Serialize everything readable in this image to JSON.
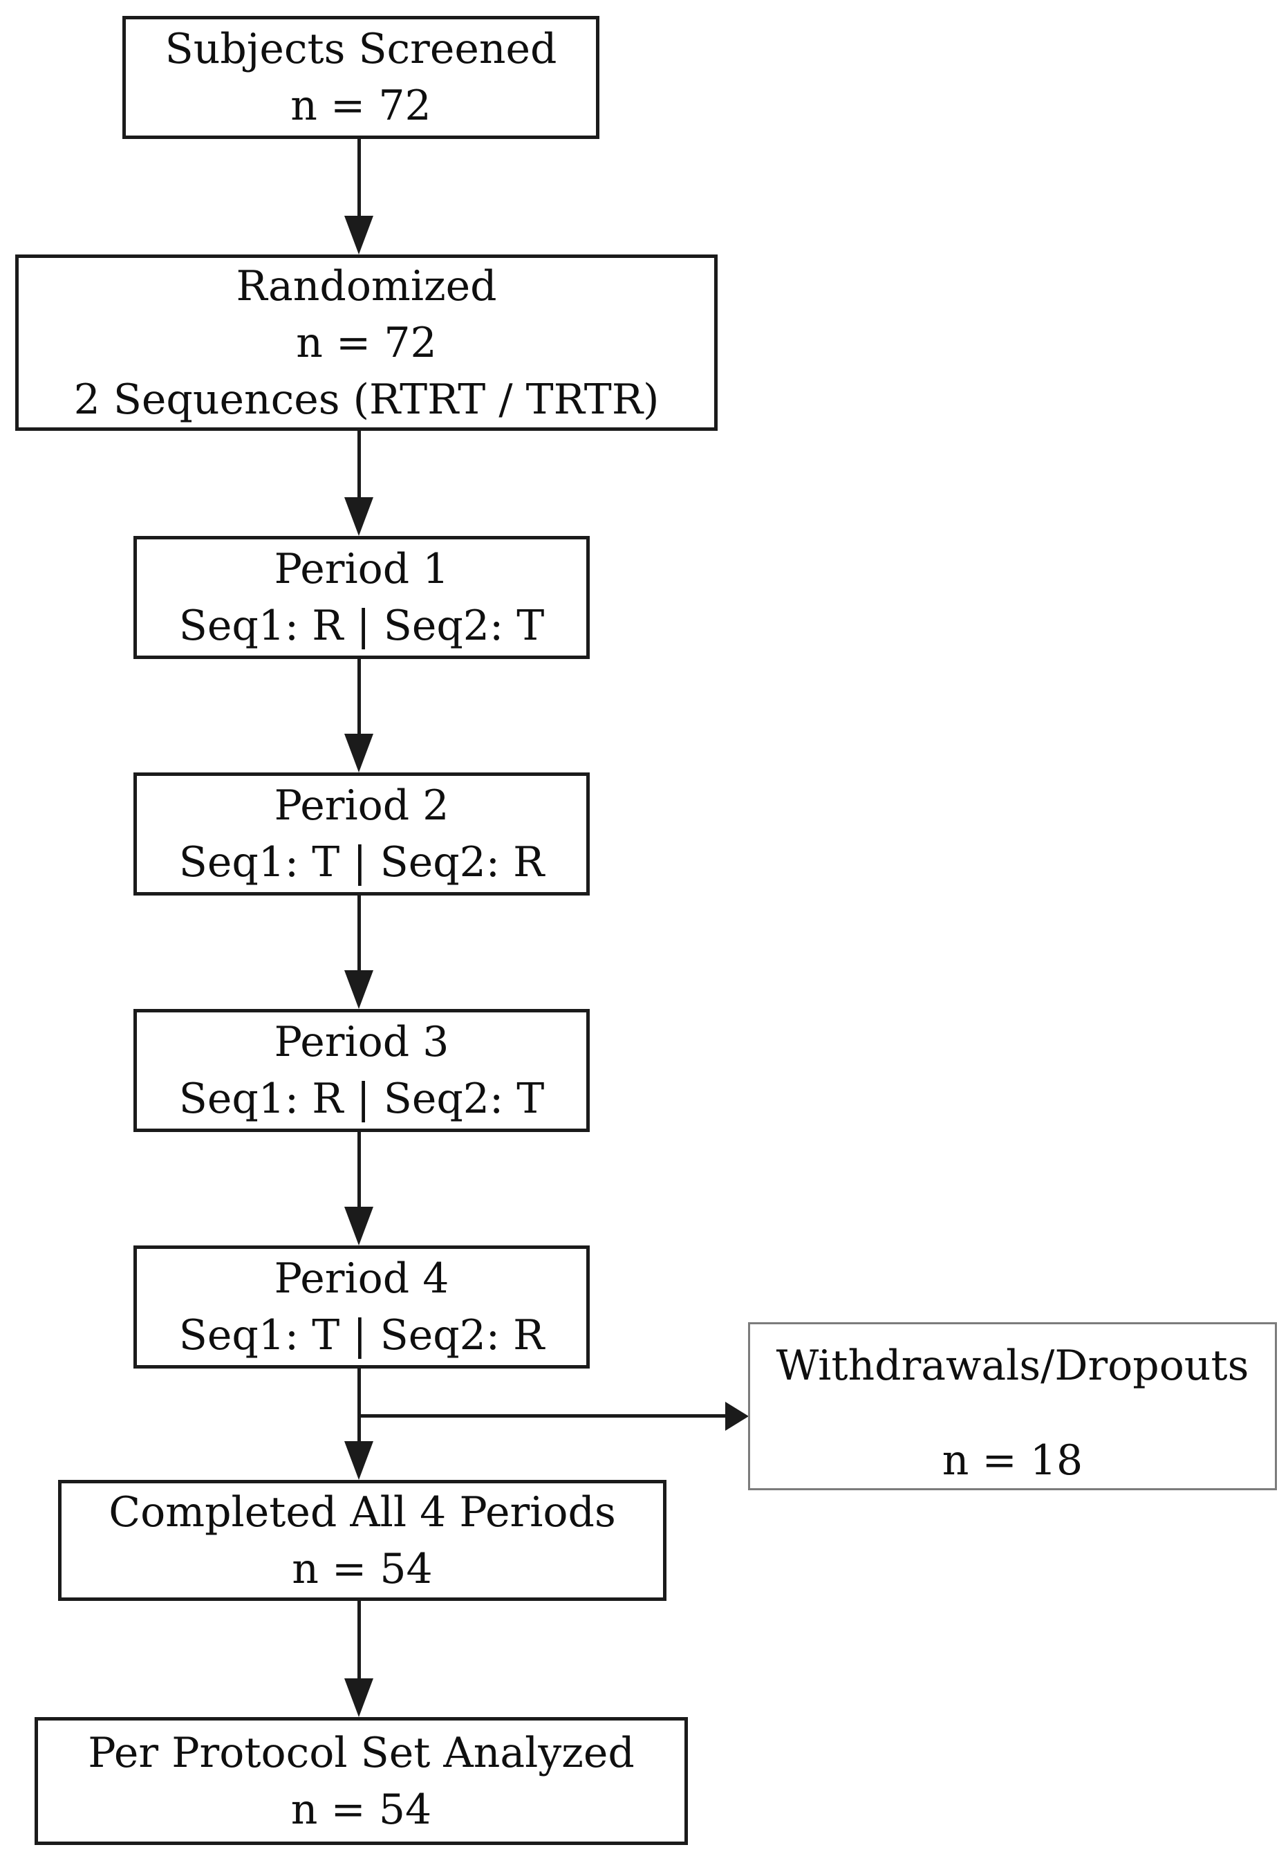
{
  "diagram": {
    "colors": {
      "box_border": "#1b1b1b",
      "withdrawals_border": "#7c7c7c",
      "text": "#0f0f0f",
      "background": "#ffffff"
    },
    "boxes": {
      "screened": {
        "line1": "Subjects Screened",
        "line2": "n = 72"
      },
      "randomized": {
        "line1": "Randomized",
        "line2": "n = 72",
        "line3": "2 Sequences (RTRT / TRTR)"
      },
      "period1": {
        "line1": "Period 1",
        "line2": "Seq1: R | Seq2: T"
      },
      "period2": {
        "line1": "Period 2",
        "line2": "Seq1: T | Seq2: R"
      },
      "period3": {
        "line1": "Period 3",
        "line2": "Seq1: R | Seq2: T"
      },
      "period4": {
        "line1": "Period 4",
        "line2": "Seq1: T | Seq2: R"
      },
      "withdrawals": {
        "line1": "Withdrawals/Dropouts",
        "line2": "n = 18"
      },
      "completed": {
        "line1": "Completed All 4 Periods",
        "line2": "n = 54"
      },
      "perprotocol": {
        "line1": "Per Protocol Set Analyzed",
        "line2": "n = 54"
      }
    }
  }
}
